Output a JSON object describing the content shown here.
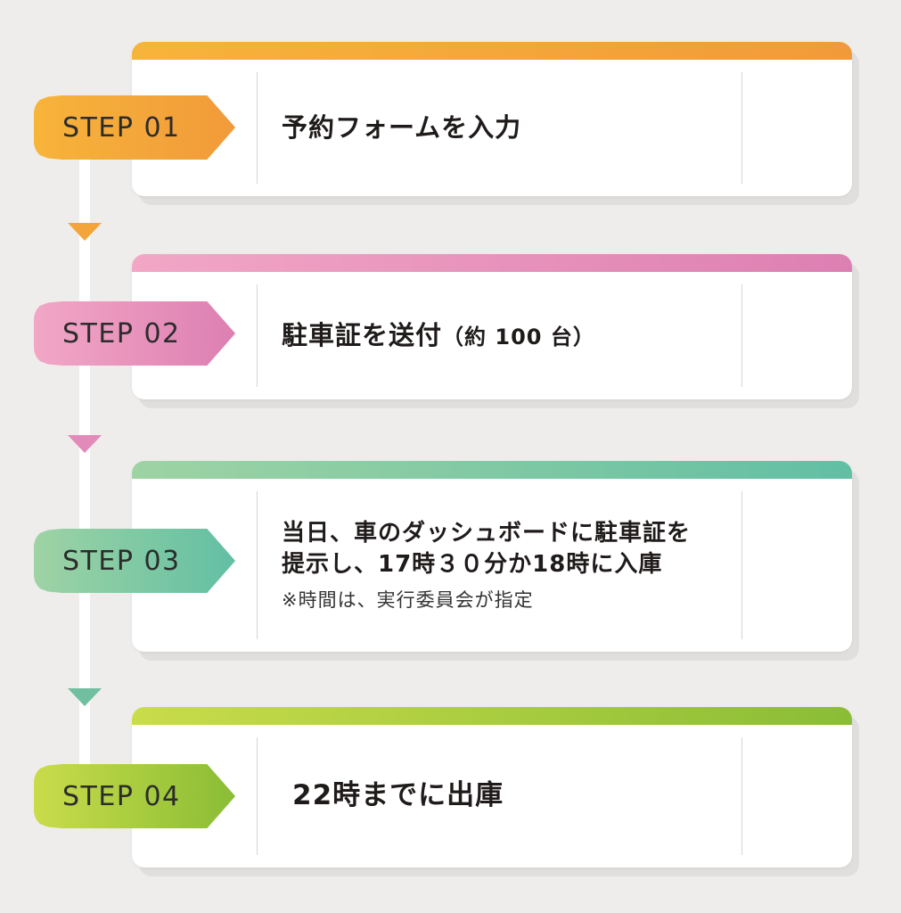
{
  "steps": [
    {
      "badge": "STEP 01",
      "title": "予約フォームを入力",
      "color_from": "#f7b43a",
      "color_to": "#f19a3a"
    },
    {
      "badge": "STEP 02",
      "title": "駐車証を送付",
      "title_suffix": "（約 100 台）",
      "color_from": "#f2a7c6",
      "color_to": "#dd7fb2"
    },
    {
      "badge": "STEP 03",
      "title_line1": "当日、車のダッシュボードに駐車証を",
      "title_line2": "提示し、17時３０分か18時に入庫",
      "note": "※時間は、実行委員会が指定",
      "color_from": "#9ed3a4",
      "color_to": "#62bfa4"
    },
    {
      "badge": "STEP 04",
      "title": "22時までに出庫",
      "color_from": "#c9dc4a",
      "color_to": "#8abd36"
    }
  ]
}
